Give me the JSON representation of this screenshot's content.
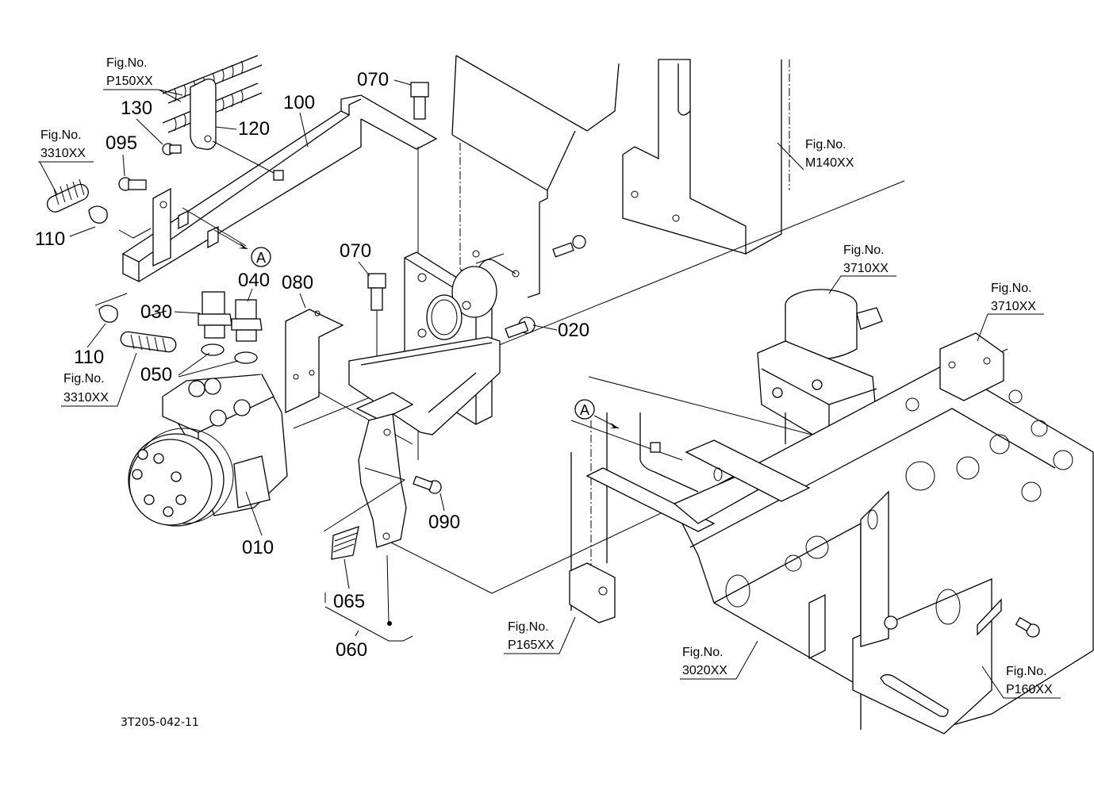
{
  "diagram": {
    "drawing_code": "3T205-042-11",
    "part_numbers": [
      {
        "id": "p010",
        "label": "010"
      },
      {
        "id": "p020",
        "label": "020"
      },
      {
        "id": "p030",
        "label": "030"
      },
      {
        "id": "p040",
        "label": "040"
      },
      {
        "id": "p050",
        "label": "050"
      },
      {
        "id": "p060",
        "label": "060"
      },
      {
        "id": "p065",
        "label": "065"
      },
      {
        "id": "p070a",
        "label": "070"
      },
      {
        "id": "p070b",
        "label": "070"
      },
      {
        "id": "p080",
        "label": "080"
      },
      {
        "id": "p090",
        "label": "090"
      },
      {
        "id": "p095",
        "label": "095"
      },
      {
        "id": "p100",
        "label": "100"
      },
      {
        "id": "p110a",
        "label": "110"
      },
      {
        "id": "p110b",
        "label": "110"
      },
      {
        "id": "p120",
        "label": "120"
      },
      {
        "id": "p130",
        "label": "130"
      }
    ],
    "figure_refs": [
      {
        "id": "fP150",
        "prefix": "Fig.No.",
        "code": "P150XX"
      },
      {
        "id": "f3310a",
        "prefix": "Fig.No.",
        "code": "3310XX"
      },
      {
        "id": "f3310b",
        "prefix": "Fig.No.",
        "code": "3310XX"
      },
      {
        "id": "fM140",
        "prefix": "Fig.No.",
        "code": "M140XX"
      },
      {
        "id": "f3710a",
        "prefix": "Fig.No.",
        "code": "3710XX"
      },
      {
        "id": "f3710b",
        "prefix": "Fig.No.",
        "code": "3710XX"
      },
      {
        "id": "fP165",
        "prefix": "Fig.No.",
        "code": "P165XX"
      },
      {
        "id": "f3020",
        "prefix": "Fig.No.",
        "code": "3020XX"
      },
      {
        "id": "fP160",
        "prefix": "Fig.No.",
        "code": "P160XX"
      }
    ],
    "connection_markers": [
      {
        "id": "A1",
        "label": "A"
      },
      {
        "id": "A2",
        "label": "A"
      }
    ]
  }
}
